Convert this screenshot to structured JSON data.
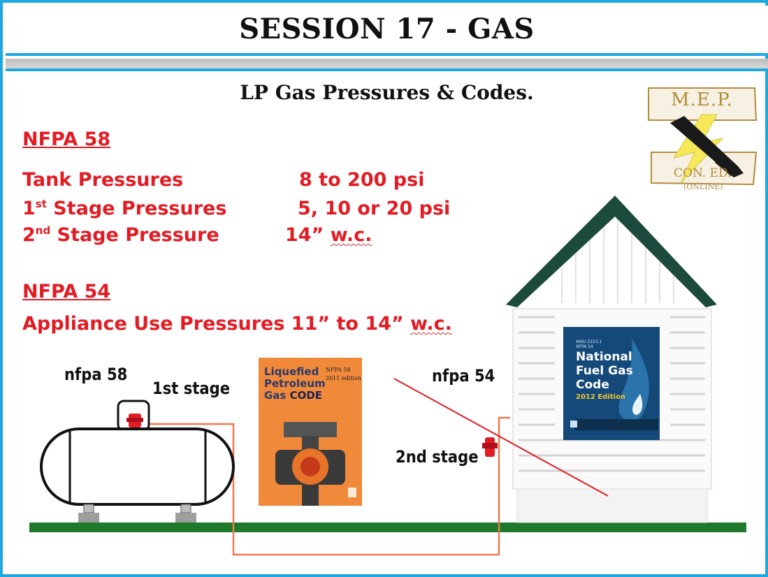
{
  "slide": {
    "title": "SESSION 17 - GAS",
    "subtitle": "LP Gas Pressures & Codes."
  },
  "nfpa58": {
    "heading": "NFPA 58",
    "rows": [
      {
        "label": "Tank Pressures",
        "value": "8 to 200 psi"
      },
      {
        "label_prefix": "1",
        "label_sup": "st",
        "label_rest": " Stage Pressures",
        "value": "5, 10 or 20 psi"
      },
      {
        "label_prefix": "2",
        "label_sup": "nd",
        "label_rest": " Stage Pressure",
        "value_main": "14” ",
        "value_unit": "w.c."
      }
    ]
  },
  "nfpa54": {
    "heading": "NFPA 54",
    "text": "Appliance Use Pressures  11” to 14” ",
    "unit": "w.c."
  },
  "diagram": {
    "label_nfpa58": "nfpa 58",
    "label_1st_stage": "1st stage",
    "label_nfpa54": "nfpa 54",
    "label_2nd_stage": "2nd stage"
  },
  "lp_book": {
    "title_line1": "Liquefied",
    "title_line2": "Petroleum",
    "title_line3_a": "Gas ",
    "title_line3_b": "CODE",
    "edition_line1": "NFPA 58",
    "edition_line2": "2011 edition"
  },
  "nfg_book": {
    "small_line1": "ANSI Z223.1",
    "small_line2": "NFPA 54",
    "title_line1": "National",
    "title_line2": "Fuel Gas",
    "title_line3": "Code",
    "edition": "2012 Edition"
  },
  "logo": {
    "top": "M.E.P.",
    "bottom": "CON. ED.",
    "sub": "(ONLINE)"
  },
  "colors": {
    "accent_border": "#1fa8e0",
    "text_red": "#e11c24",
    "ground_green": "#1e7a2a",
    "roof_green": "#1c4a3c",
    "pipe_orange": "#f07a50",
    "book_orange": "#f08a3a",
    "book_blue": "#14497a",
    "logo_gold": "#b48a3c"
  }
}
